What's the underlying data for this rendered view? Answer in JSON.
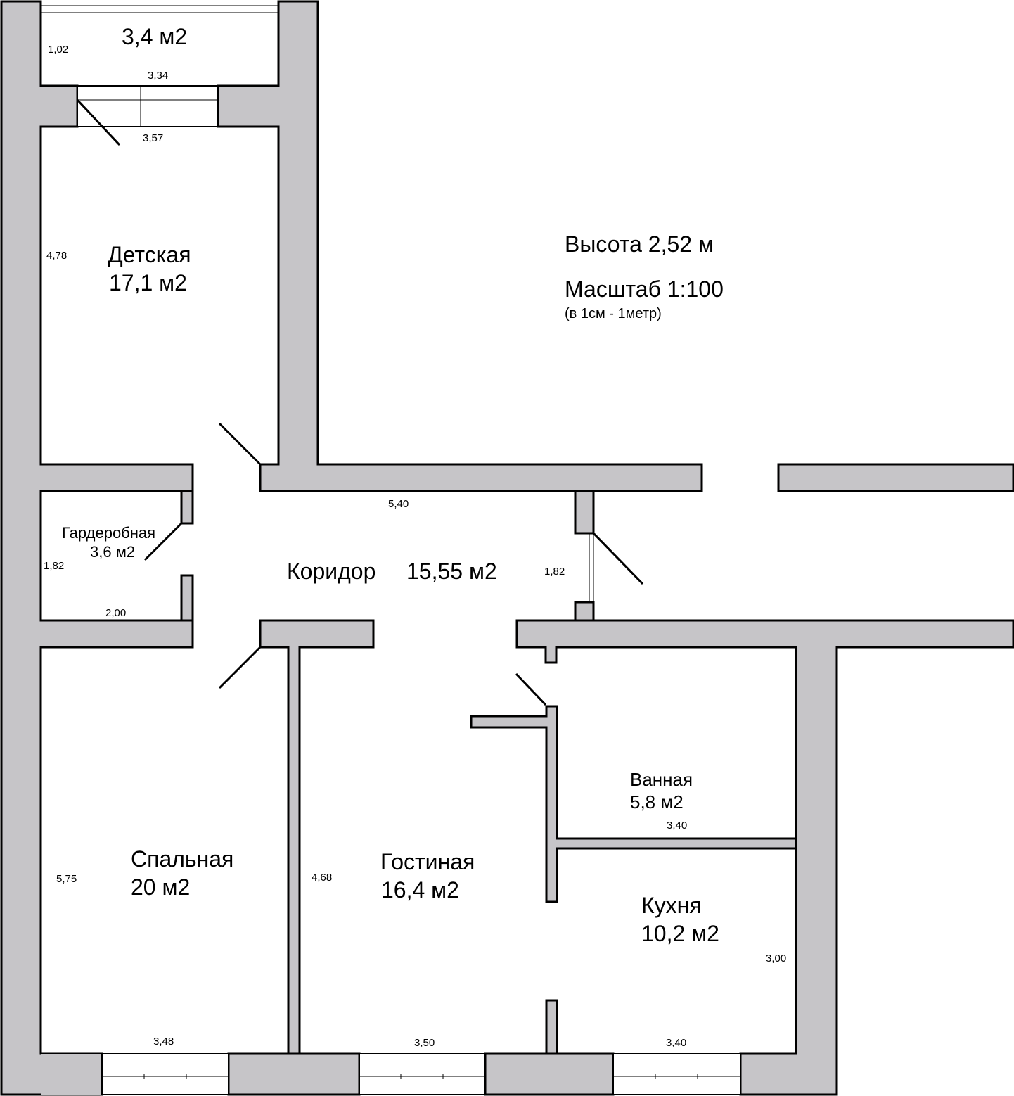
{
  "info": {
    "height": "Высота  2,52 м",
    "scale": "Масштаб 1:100",
    "scale_note": "(в 1см - 1метр)"
  },
  "rooms": {
    "balcony": {
      "area": "3,4 м2"
    },
    "kids": {
      "name": "Детская",
      "area": "17,1 м2"
    },
    "wardrobe": {
      "name": "Гардеробная",
      "area": "3,6 м2"
    },
    "corridor": {
      "name": "Коридор",
      "area": "15,55 м2"
    },
    "bedroom": {
      "name": "Спальная",
      "area": "20 м2"
    },
    "living": {
      "name": "Гостиная",
      "area": "16,4 м2"
    },
    "bath": {
      "name": "Ванная",
      "area": "5,8 м2"
    },
    "kitchen": {
      "name": "Кухня",
      "area": "10,2 м2"
    }
  },
  "dimensions": {
    "balcony_h": "1,02",
    "balcony_w": "3,34",
    "kids_w": "3,57",
    "kids_h": "4,78",
    "corridor_w": "5,40",
    "wardrobe_h": "1,82",
    "wardrobe_w": "2,00",
    "corridor_h": "1,82",
    "bath_w": "3,40",
    "bedroom_h": "5,75",
    "living_h": "4,68",
    "kitchen_h": "3,00",
    "bedroom_w": "3,48",
    "living_w": "3,50",
    "kitchen_w": "3,40"
  }
}
